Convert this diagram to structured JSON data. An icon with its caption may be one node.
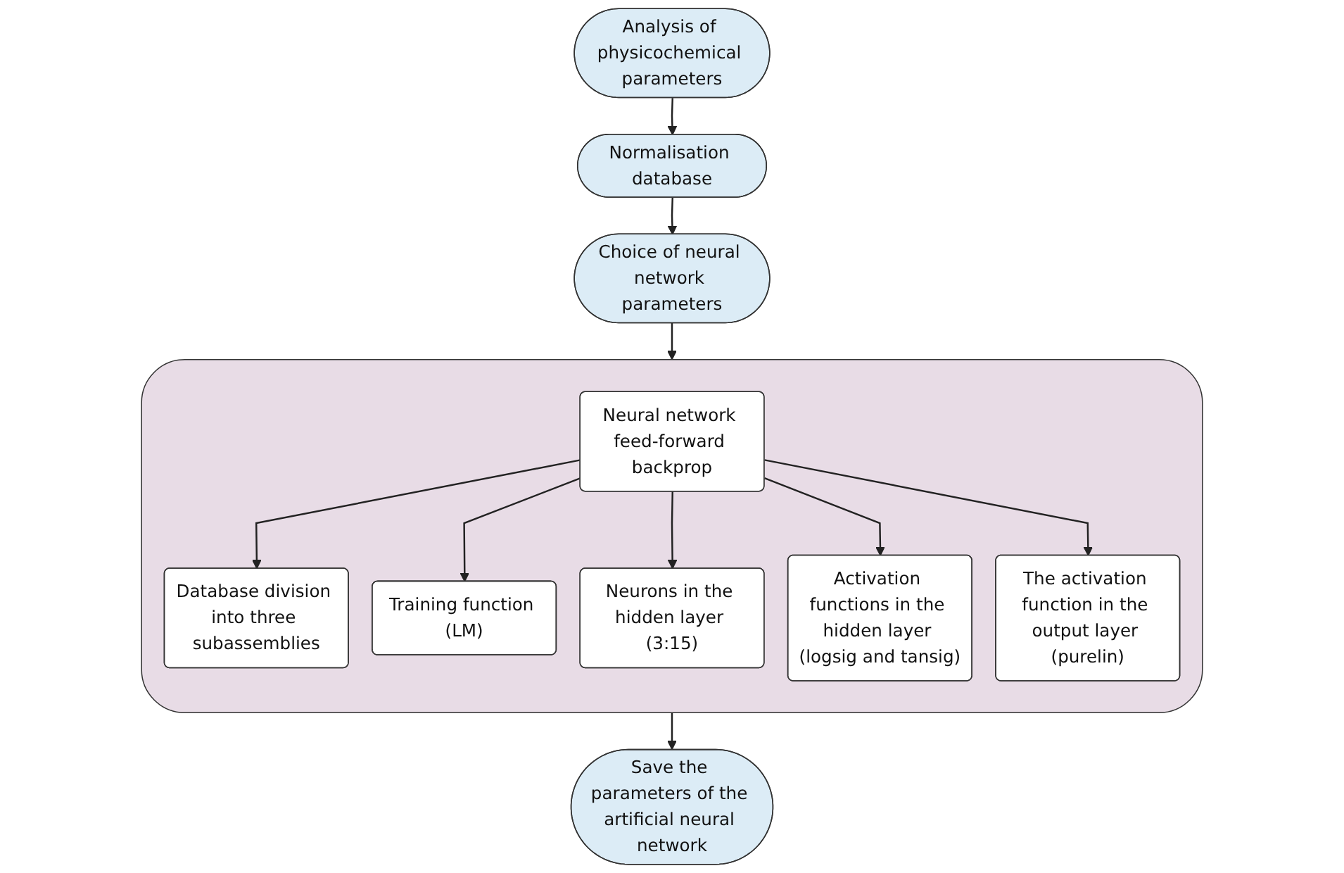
{
  "diagram": {
    "nodes": [
      {
        "text": [
          "Analysis of physicochemical parameters"
        ]
      },
      {
        "text": [
          "Normalisation database"
        ]
      },
      {
        "text": [
          "Choice of neural network parameters"
        ]
      },
      {
        "text": [],
        "shape": "box"
      },
      {
        "text": [
          "Neural network feed-forward backprop"
        ],
        "in": 3
      },
      {
        "text": [
          "Database division into three subassemblies"
        ],
        "in": 3
      },
      {
        "text": [
          "Training function (LM)"
        ],
        "in": 3
      },
      {
        "text": [
          "Neurons in the hidden layer (3:15)"
        ],
        "in": 3
      },
      {
        "text": [
          "Activation functions in the hidden layer (logsig and tansig)"
        ],
        "in": 3
      },
      {
        "text": [
          "The activation function in the output layer (purelin)"
        ],
        "in": 3
      },
      {
        "text": [
          "Save the parameters of the artificial neural network"
        ]
      }
    ],
    "edges": [
      {
        "from": 0,
        "to": 1,
        "arrow": "to"
      },
      {
        "from": 1,
        "to": 2,
        "arrow": "to"
      },
      {
        "from": 2,
        "to": 3,
        "arrow": "to"
      },
      {
        "from": 4,
        "to": 5,
        "arrow": "to"
      },
      {
        "from": 4,
        "to": 6,
        "arrow": "to"
      },
      {
        "from": 4,
        "to": 7,
        "arrow": "to"
      },
      {
        "from": 4,
        "to": 8,
        "arrow": "to"
      },
      {
        "from": 4,
        "to": 9,
        "arrow": "to"
      },
      {
        "from": 3,
        "to": 10,
        "arrow": "to"
      }
    ]
  }
}
